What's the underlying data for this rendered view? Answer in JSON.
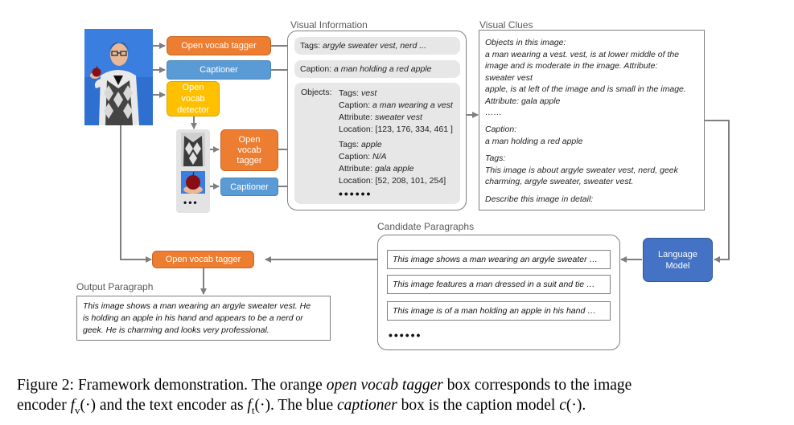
{
  "inputs": {
    "tagger_label": "Open vocab tagger",
    "captioner_label": "Captioner",
    "detector_label": [
      "Open",
      "vocab",
      "detector"
    ],
    "crop_tagger_label": [
      "Open",
      "vocab",
      "tagger"
    ],
    "crop_captioner_label": "Captioner",
    "crops_ellipsis": "•••"
  },
  "visual_information": {
    "title": "Visual Information",
    "tags_key": "Tags:",
    "tags_value": "argyle sweater vest, nerd ...",
    "caption_key": "Caption:",
    "caption_value": "a man holding a red apple",
    "objects_key": "Objects:",
    "objects": [
      {
        "tags_key": "Tags:",
        "tags_value": "vest",
        "caption_key": "Caption:",
        "caption_value": "a man wearing a vest",
        "attribute_key": "Attribute:",
        "attribute_value": "sweater vest",
        "location_text": "Location: [123, 176, 334, 461 ]"
      },
      {
        "tags_key": "Tags:",
        "tags_value": "apple",
        "caption_key": "Caption:",
        "caption_value": "N/A",
        "attribute_key": "Attribute:",
        "attribute_value": "gala apple",
        "location_text": "Location: [52, 208,  101, 254]"
      }
    ],
    "ellipsis": "••••••"
  },
  "visual_clues": {
    "title": "Visual Clues",
    "lines": [
      "Objects in this image:",
      "a man wearing a vest. vest, is at lower middle of the",
      "image and is moderate in the image. Attribute:",
      "sweater vest",
      "apple, is at left of the image and is small in the image.",
      "Attribute: gala apple",
      "……",
      "Caption:",
      "a man holding a red apple",
      "Tags:",
      "This image is about argyle sweater vest, nerd, geek",
      "charming, argyle sweater, sweater vest.",
      "Describe this image in detail:"
    ]
  },
  "language_model": {
    "label": [
      "Language",
      "Model"
    ]
  },
  "candidates": {
    "title": "Candidate Paragraphs",
    "items": [
      "This image shows a man wearing an argyle sweater …",
      "This image features a man dressed in a suit and tie …",
      "This image is of a man holding an apple in his hand …"
    ],
    "ellipsis": "••••••"
  },
  "output": {
    "tagger_label": "Open vocab tagger",
    "title": "Output Paragraph",
    "lines": [
      "This image shows a man wearing an argyle sweater vest. He",
      "is holding an apple in his hand and appears to be a nerd or",
      "geek. He is charming and looks very professional."
    ]
  },
  "figure_caption": {
    "line1_a": "Figure 2:  Framework demonstration. The orange ",
    "line1_b": "open vocab tagger",
    "line1_c": " box corresponds to the image",
    "line2_a": "encoder ",
    "fv": "f",
    "fv_sub": "v",
    "line2_b": "(·) and the text encoder as ",
    "ft": "f",
    "ft_sub": "t",
    "line2_c": "(·). The blue ",
    "line2_d": "captioner",
    "line2_e": " box is the caption model ",
    "c": "c",
    "line2_f": "(·)."
  },
  "colors": {
    "tagger": "#ED7D31",
    "captioner": "#5B9BD5",
    "detector": "#FFC000",
    "language_model": "#4472C4",
    "connector": "#7f7f7f"
  }
}
